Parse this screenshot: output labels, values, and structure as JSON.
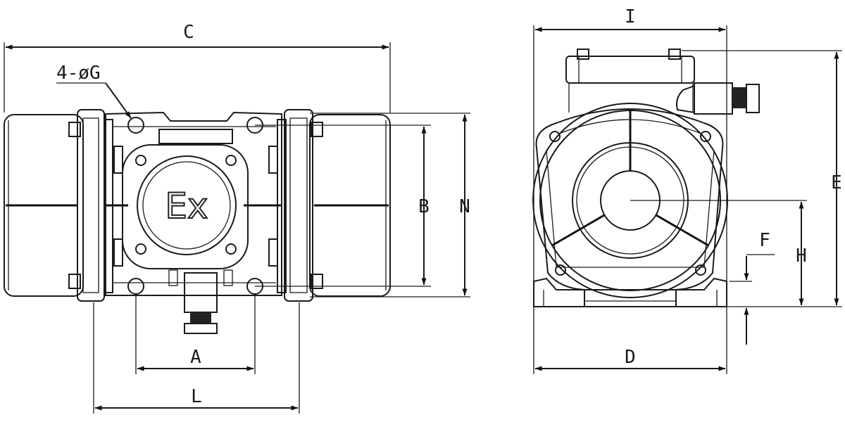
{
  "diagram": {
    "front_view": {
      "ex_mark": "Ex",
      "labels": {
        "C": "C",
        "hole_callout": "4-øG",
        "B": "B",
        "N": "N",
        "A": "A",
        "L": "L"
      }
    },
    "side_view": {
      "labels": {
        "I": "I",
        "E": "E",
        "F": "F",
        "H": "H",
        "D": "D"
      }
    }
  }
}
